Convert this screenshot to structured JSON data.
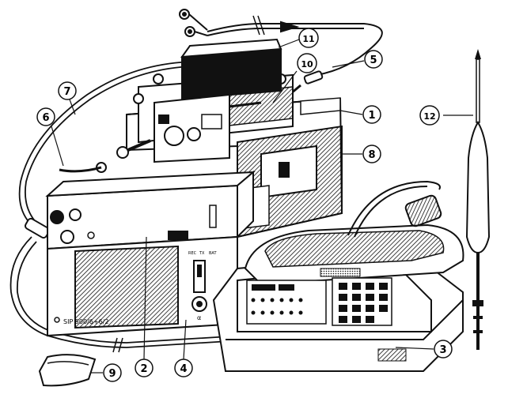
{
  "figure": {
    "ink_color": "#111111",
    "paper_color": "#ffffff",
    "device_panel_label": "SIP 500/6+6/2",
    "connector_label": "α",
    "switch_labels": [
      "REC",
      "TX",
      "BAT"
    ],
    "callouts": [
      {
        "id": "1",
        "label": "1"
      },
      {
        "id": "2",
        "label": "2"
      },
      {
        "id": "3",
        "label": "3"
      },
      {
        "id": "4",
        "label": "4"
      },
      {
        "id": "5",
        "label": "5"
      },
      {
        "id": "6",
        "label": "6"
      },
      {
        "id": "7",
        "label": "7"
      },
      {
        "id": "8",
        "label": "8"
      },
      {
        "id": "9",
        "label": "9"
      },
      {
        "id": "10",
        "label": "10"
      },
      {
        "id": "11",
        "label": "11"
      },
      {
        "id": "12",
        "label": "12"
      }
    ]
  }
}
